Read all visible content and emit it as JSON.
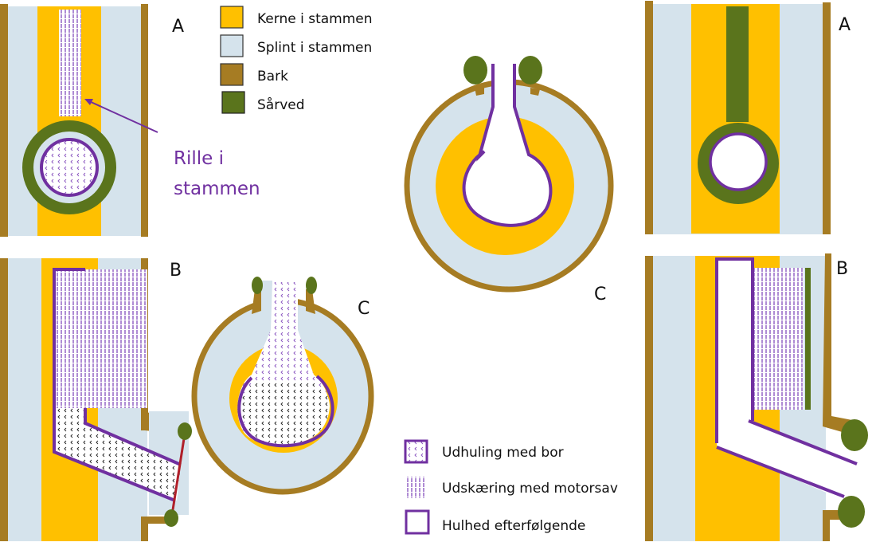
{
  "colors": {
    "kerne": "#ffc000",
    "splint": "#d5e3ec",
    "bark": "#a67c23",
    "saarved": "#5a741c",
    "cavity": "#7030a0",
    "cut_line": "#b0202a"
  },
  "legend_wood": [
    {
      "label": "Kerne i stammen",
      "swatch": "kerne"
    },
    {
      "label": "Splint i stammen",
      "swatch": "splint"
    },
    {
      "label": "Bark",
      "swatch": "bark"
    },
    {
      "label": "Sårved",
      "swatch": "saarved"
    }
  ],
  "legend_method": [
    {
      "label": "Udhuling med bor",
      "pattern": "dotted-fill"
    },
    {
      "label": "Udskæring med motorsav",
      "pattern": "vertical-lines"
    },
    {
      "label": "Hulhed efterfølgende",
      "pattern": "outline"
    }
  ],
  "annotation": {
    "line1": "Rille i",
    "line2": "stammen"
  },
  "panel_labels": {
    "left_top": "A",
    "left_bottom": "B",
    "left_cross": "C",
    "right_top": "A",
    "right_bottom": "B",
    "right_cross": "C"
  }
}
